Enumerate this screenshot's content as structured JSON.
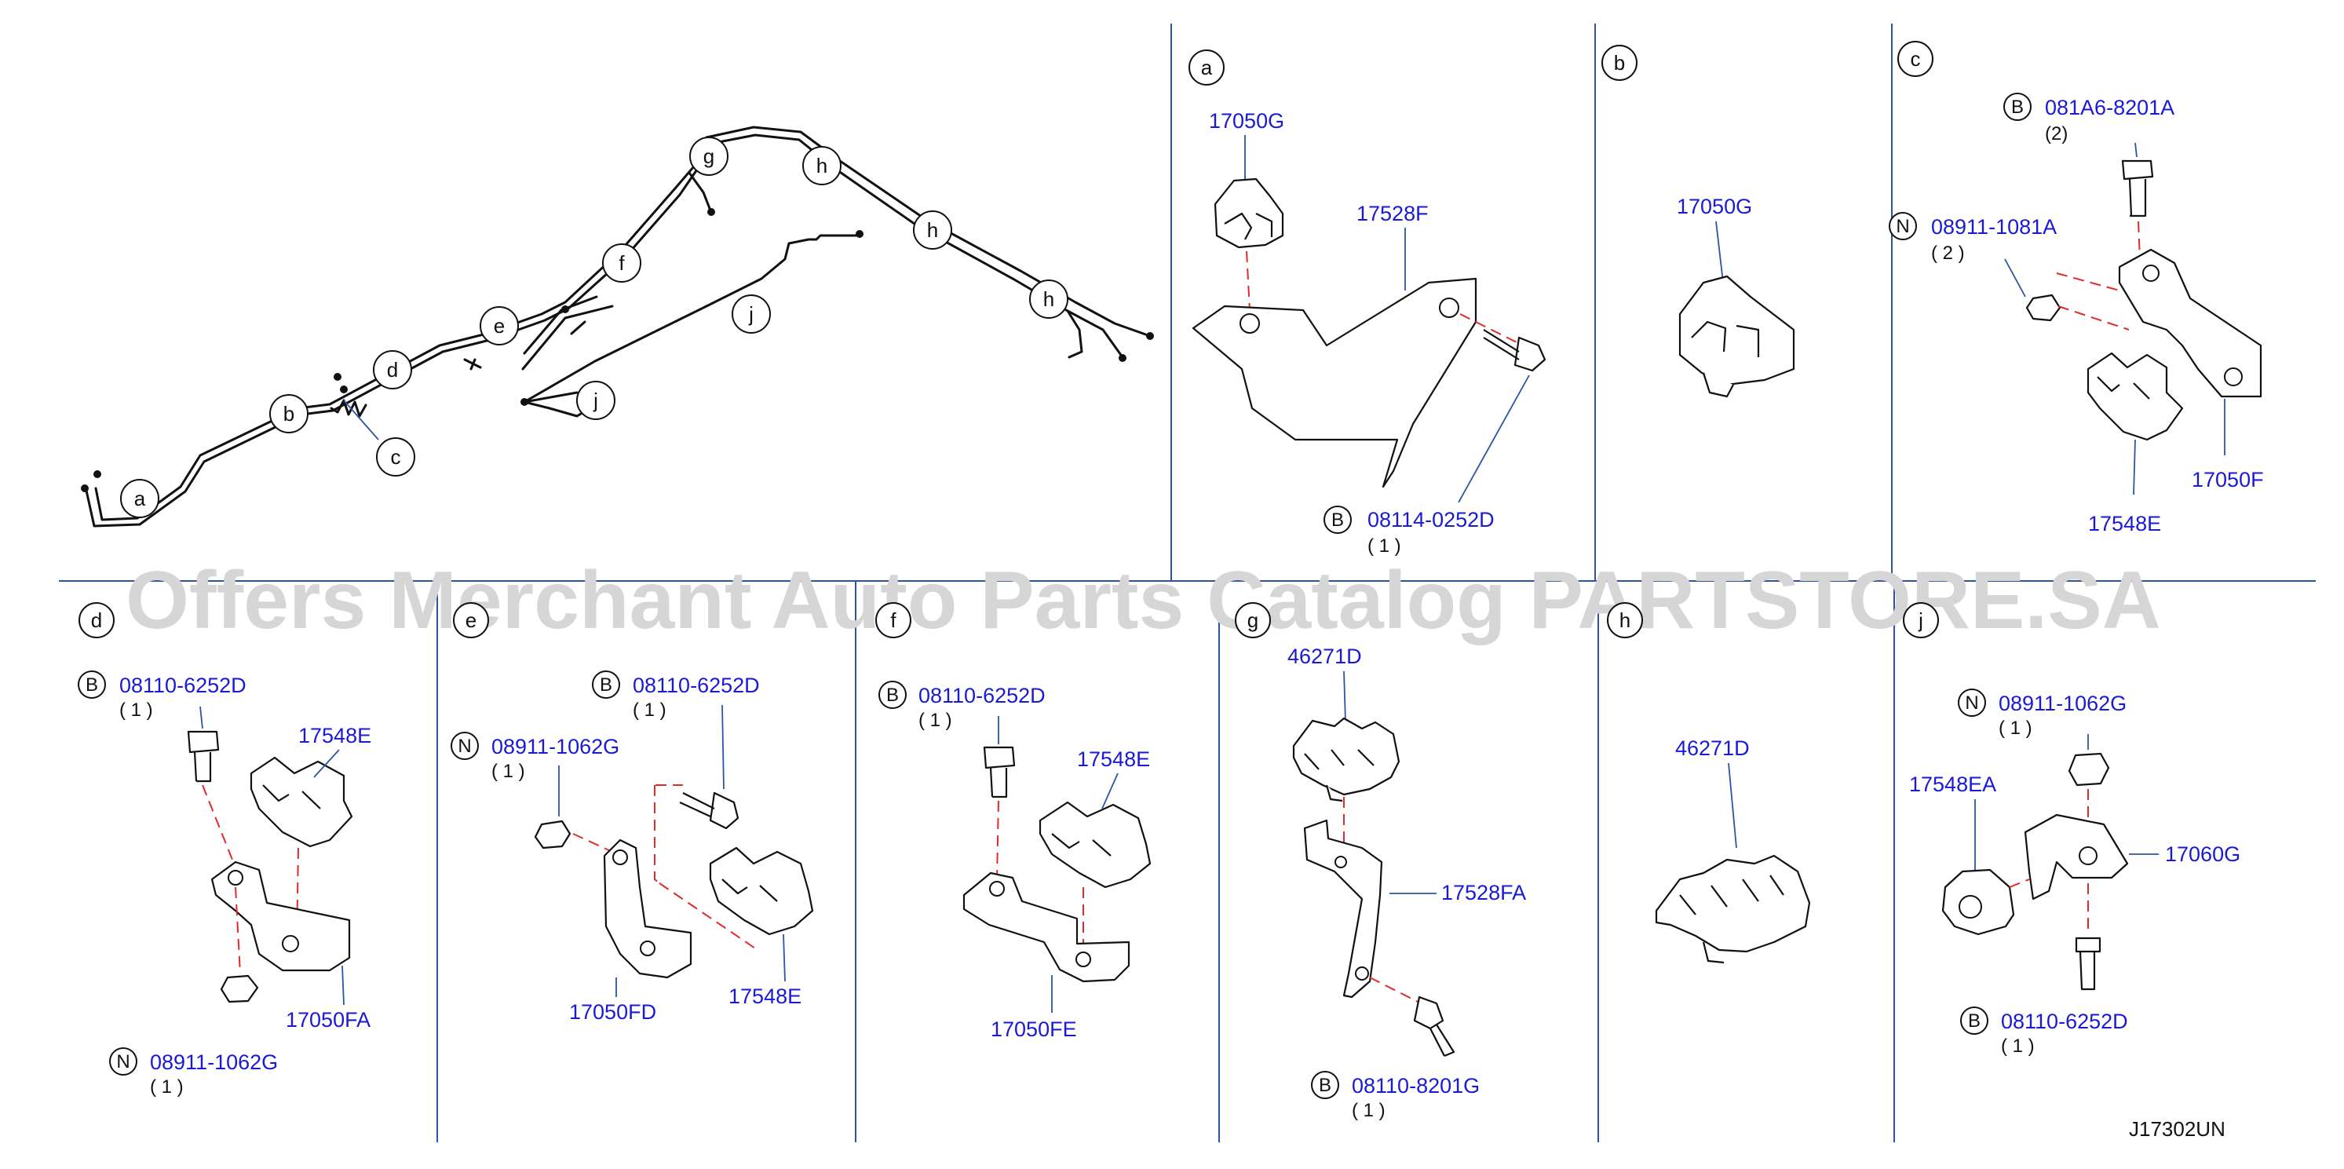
{
  "watermark": "Offers Merchant Auto Parts Catalog PARTSTORE.SA",
  "diagram_code": "J17302UN",
  "overview": {
    "callouts": [
      "a",
      "b",
      "c",
      "d",
      "e",
      "f",
      "g",
      "h",
      "h",
      "h",
      "j",
      "j"
    ]
  },
  "panels": {
    "a": {
      "letter": "a",
      "parts": [
        "17050G",
        "17528F"
      ],
      "bolt": {
        "type": "B",
        "pn": "08114-0252D",
        "qty": "( 1 )"
      }
    },
    "b": {
      "letter": "b",
      "parts": [
        "17050G"
      ]
    },
    "c": {
      "letter": "c",
      "bolt": {
        "type": "B",
        "pn": "081A6-8201A",
        "qty": "(2)"
      },
      "nut": {
        "type": "N",
        "pn": "08911-1081A",
        "qty": "( 2 )"
      },
      "parts": [
        "17050F",
        "17548E"
      ]
    },
    "d": {
      "letter": "d",
      "bolt": {
        "type": "B",
        "pn": "08110-6252D",
        "qty": "( 1 )"
      },
      "nut": {
        "type": "N",
        "pn": "08911-1062G",
        "qty": "( 1 )"
      },
      "parts": [
        "17548E",
        "17050FA"
      ]
    },
    "e": {
      "letter": "e",
      "bolt": {
        "type": "B",
        "pn": "08110-6252D",
        "qty": "( 1 )"
      },
      "nut": {
        "type": "N",
        "pn": "08911-1062G",
        "qty": "( 1 )"
      },
      "parts": [
        "17050FD",
        "17548E"
      ]
    },
    "f": {
      "letter": "f",
      "bolt": {
        "type": "B",
        "pn": "08110-6252D",
        "qty": "( 1 )"
      },
      "parts": [
        "17548E",
        "17050FE"
      ]
    },
    "g": {
      "letter": "g",
      "parts": [
        "46271D",
        "17528FA"
      ],
      "bolt": {
        "type": "B",
        "pn": "08110-8201G",
        "qty": "( 1 )"
      }
    },
    "h": {
      "letter": "h",
      "parts": [
        "46271D"
      ]
    },
    "j": {
      "letter": "j",
      "nut": {
        "type": "N",
        "pn": "08911-1062G",
        "qty": "( 1 )"
      },
      "parts": [
        "17548EA",
        "17060G"
      ],
      "bolt": {
        "type": "B",
        "pn": "08110-6252D",
        "qty": "( 1 )"
      }
    }
  }
}
